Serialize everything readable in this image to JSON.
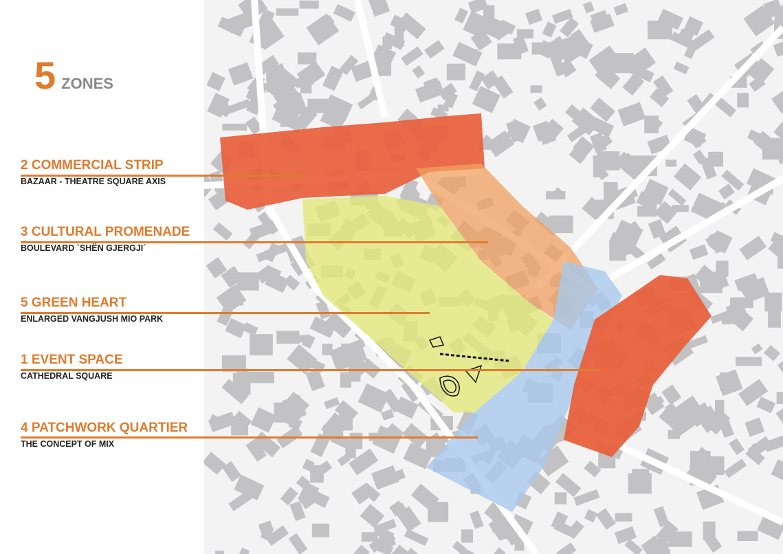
{
  "title": {
    "number": "5",
    "word": "ZONES"
  },
  "zones": [
    {
      "name": "2 COMMERCIAL STRIP",
      "sub": "BAZAAR - THEATRE SQUARE AXIS",
      "color": "#e8603c"
    },
    {
      "name": "3 CULTURAL PROMENADE",
      "sub": "BOULEVARD `SHËN GJERGJI´",
      "color": "#f0a060"
    },
    {
      "name": "5 GREEN HEART",
      "sub": "ENLARGED VANGJUSH MIO PARK",
      "color": "#e2e87a"
    },
    {
      "name": "1 EVENT SPACE",
      "sub": "CATHEDRAL SQUARE",
      "color": "#e8603c"
    },
    {
      "name": "4 PATCHWORK QUARTIER",
      "sub": "THE CONCEPT OF MIX",
      "color": "#a8c8ec"
    }
  ],
  "colors": {
    "accent": "#e07b2e",
    "building": "#c2c2c4",
    "ground": "#f3f3f3"
  }
}
